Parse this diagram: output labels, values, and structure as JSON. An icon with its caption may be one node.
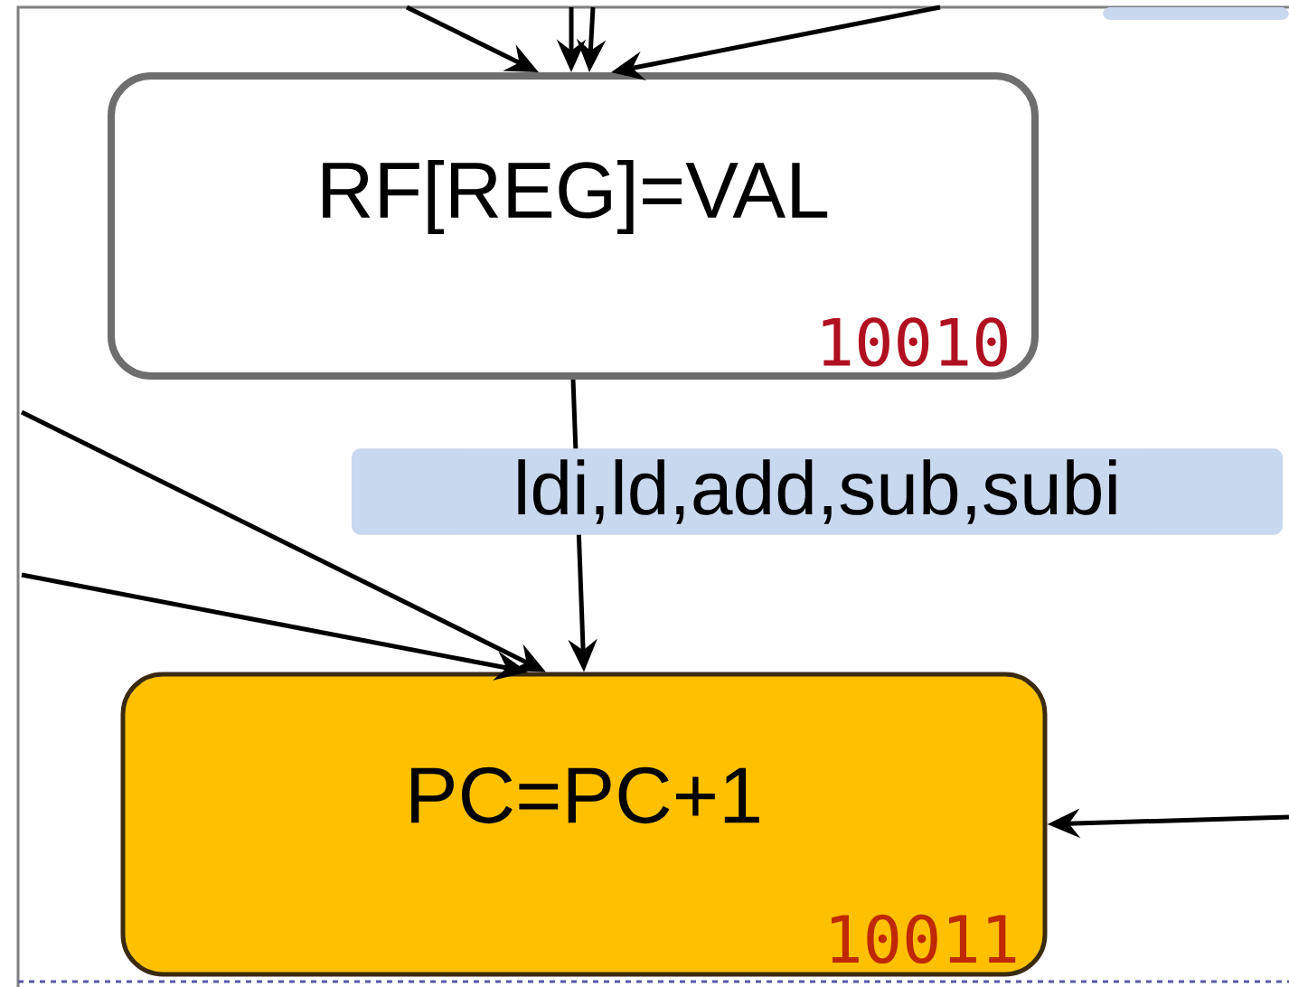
{
  "diagram": {
    "nodes": [
      {
        "text": [
          "RF[REG]=VAL",
          "10010"
        ]
      },
      {
        "text": [
          "PC=PC+1",
          "10011"
        ]
      }
    ],
    "edges": [
      {
        "from": null,
        "to": 0,
        "arrow": "to"
      },
      {
        "from": null,
        "to": 0,
        "arrow": "to"
      },
      {
        "from": null,
        "to": 0,
        "arrow": "to"
      },
      {
        "from": null,
        "to": 0,
        "arrow": "to"
      },
      {
        "from": 0,
        "to": 1,
        "arrow": "to",
        "label": "ldi,ld,add,sub,subi"
      },
      {
        "from": null,
        "to": 1,
        "arrow": "to"
      },
      {
        "from": null,
        "to": 1,
        "arrow": "to"
      },
      {
        "from": null,
        "to": 1,
        "arrow": "to"
      }
    ]
  }
}
